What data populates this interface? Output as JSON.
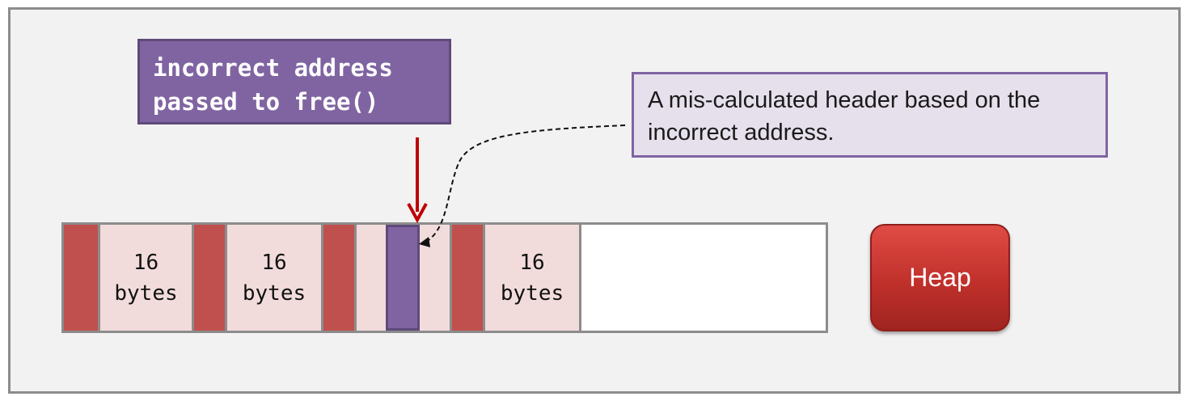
{
  "callout_address": {
    "line1": "incorrect address",
    "line2": "passed to free()"
  },
  "callout_header": {
    "line1": "A mis-calculated header based on the",
    "line2": "incorrect address."
  },
  "heap": {
    "label": "Heap",
    "blocks": [
      {
        "line1": "16",
        "line2": "bytes"
      },
      {
        "line1": "16",
        "line2": "bytes"
      },
      {
        "line1": "16",
        "line2": "bytes"
      }
    ]
  },
  "colors": {
    "header": "#c0504d",
    "data": "#f2dcdb",
    "miscalculated_header": "#8064a2",
    "pointer_arrow": "#c00000",
    "heap_button": "#c0302b"
  }
}
